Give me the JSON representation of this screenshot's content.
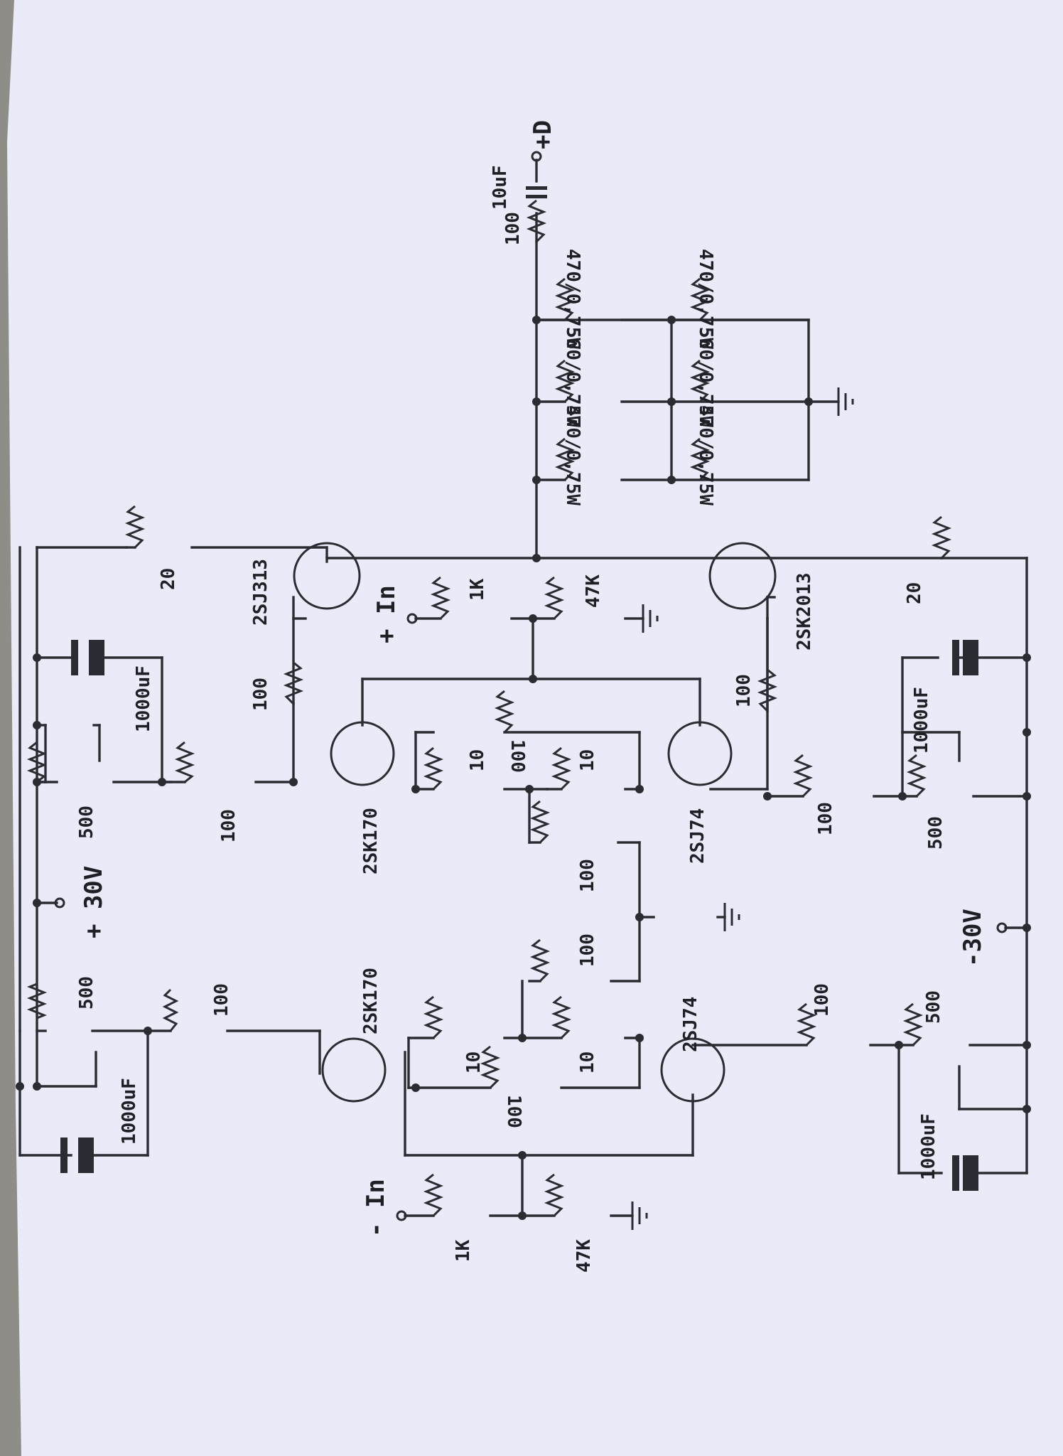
{
  "diagram": {
    "labels": {
      "supply_pos": "+ 30V",
      "supply_neg": "-30V",
      "input_pos": "+ In",
      "input_neg": "- In",
      "output": "+D",
      "bias_pot_tl": "500",
      "bias_pot_tr": "500",
      "bias_pot_bl": "500",
      "bias_pot_br": "500",
      "cap_tl": "1000uF",
      "cap_tr": "1000uF",
      "cap_bl": "1000uF",
      "cap_br": "1000uF",
      "r_tl_100": "100",
      "r_tr_100": "100",
      "r_bl_100": "100",
      "r_br_100": "100",
      "r_mid_l1": "100",
      "r_mid_l2": "100",
      "r_gate_tr": "100",
      "r_gate_br": "100",
      "r_src_tr": "20",
      "r_src_br": "20",
      "r_deg_l1": "10",
      "r_deg_l2": "10",
      "r_deg_r1": "10",
      "r_deg_r2": "10",
      "trim_l": "100",
      "trim_r": "100",
      "r_in_pos": "1K",
      "r_in_pos_gnd": "47K",
      "r_in_neg": "1K",
      "r_in_neg_gnd": "47K",
      "q_left_top": "2SK170",
      "q_left_bot": "2SJ74",
      "q_right_top": "2SK170",
      "q_right_bot": "2SJ74",
      "mosfet_top": "2SJ313",
      "mosfet_bot": "2SK2013",
      "load_1": "470/0,75W",
      "load_2": "560/0,75W",
      "load_3": "470/0,75W",
      "load_4": "470/0,75W",
      "load_5": "560/0,75W",
      "load_6": "470/0,75W",
      "r_out": "100",
      "c_out": "10uF"
    }
  }
}
